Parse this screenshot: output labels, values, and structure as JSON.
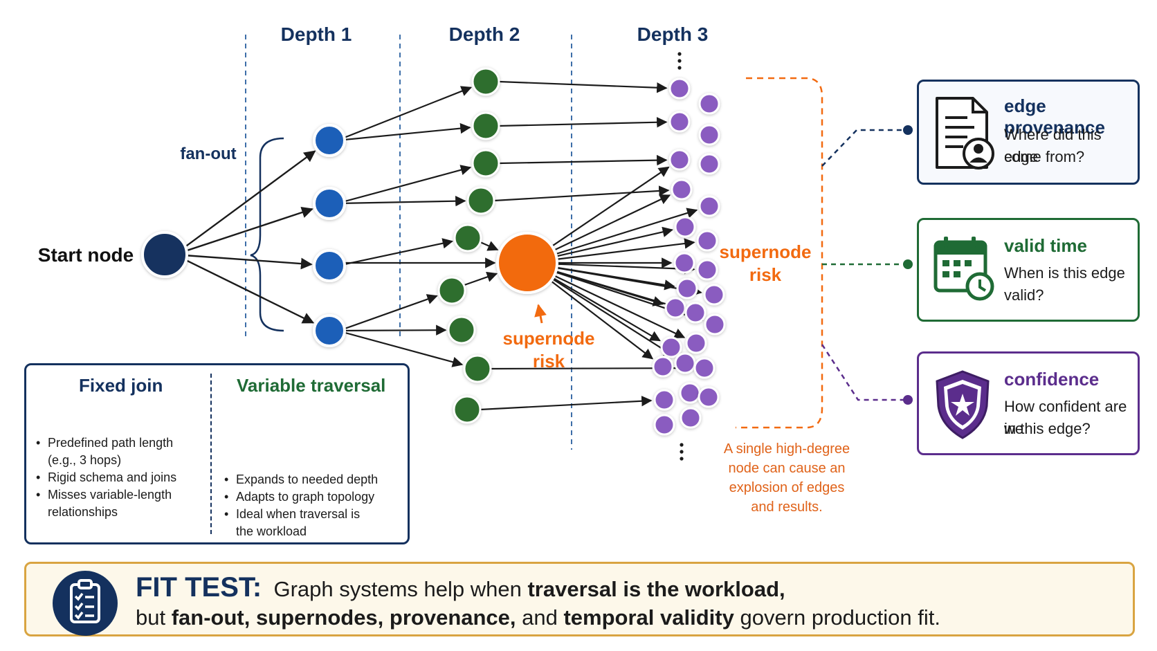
{
  "depth_labels": [
    "Depth 1",
    "Depth 2",
    "Depth 3"
  ],
  "start_node_label": "Start node",
  "fan_out_label": "fan-out",
  "supernode_label_line1": "supernode",
  "supernode_label_line2": "risk",
  "bracket_label_line1": "supernode",
  "bracket_label_line2": "risk",
  "explosion_note": [
    "A single high-degree",
    "node can cause an",
    "explosion of edges",
    "and results."
  ],
  "cards": [
    {
      "title": "edge provenance",
      "body_line1": "Where did this edge",
      "body_line2": "come from?",
      "icon": "document-person-icon",
      "color": "#14315e"
    },
    {
      "title": "valid time",
      "body_line1": "When is this edge",
      "body_line2": "valid?",
      "icon": "calendar-clock-icon",
      "color": "#1f6b35"
    },
    {
      "title": "confidence",
      "body_line1": "How confident are we",
      "body_line2": "in this edge?",
      "icon": "shield-star-icon",
      "color": "#5b2d8c"
    }
  ],
  "fixed_join": {
    "title": "Fixed join",
    "bullets": [
      "Predefined path length",
      "(e.g., 3 hops)",
      "Rigid schema and joins",
      "Misses variable-length",
      "relationships"
    ]
  },
  "variable_traversal": {
    "title": "Variable traversal",
    "bullets": [
      "Expands to needed depth",
      "Adapts to graph topology",
      "Ideal when traversal is",
      "the workload"
    ]
  },
  "fit_test": {
    "title": "FIT TEST:",
    "line1_plain": "Graph systems help when ",
    "line1_bold": "traversal is the workload,",
    "line2_a": "but ",
    "line2_b": "fan-out, supernodes, provenance,",
    "line2_c": " and ",
    "line2_d": "temporal validity",
    "line2_e": " govern production fit."
  },
  "colors": {
    "navy": "#14315e",
    "blue": "#1f5fb8",
    "green": "#2f6e2f",
    "purple": "#8a5bc0",
    "orange": "#f26a10",
    "card_green": "#1f6b35",
    "card_purple": "#5b2d8c",
    "gold": "#d9a441"
  }
}
